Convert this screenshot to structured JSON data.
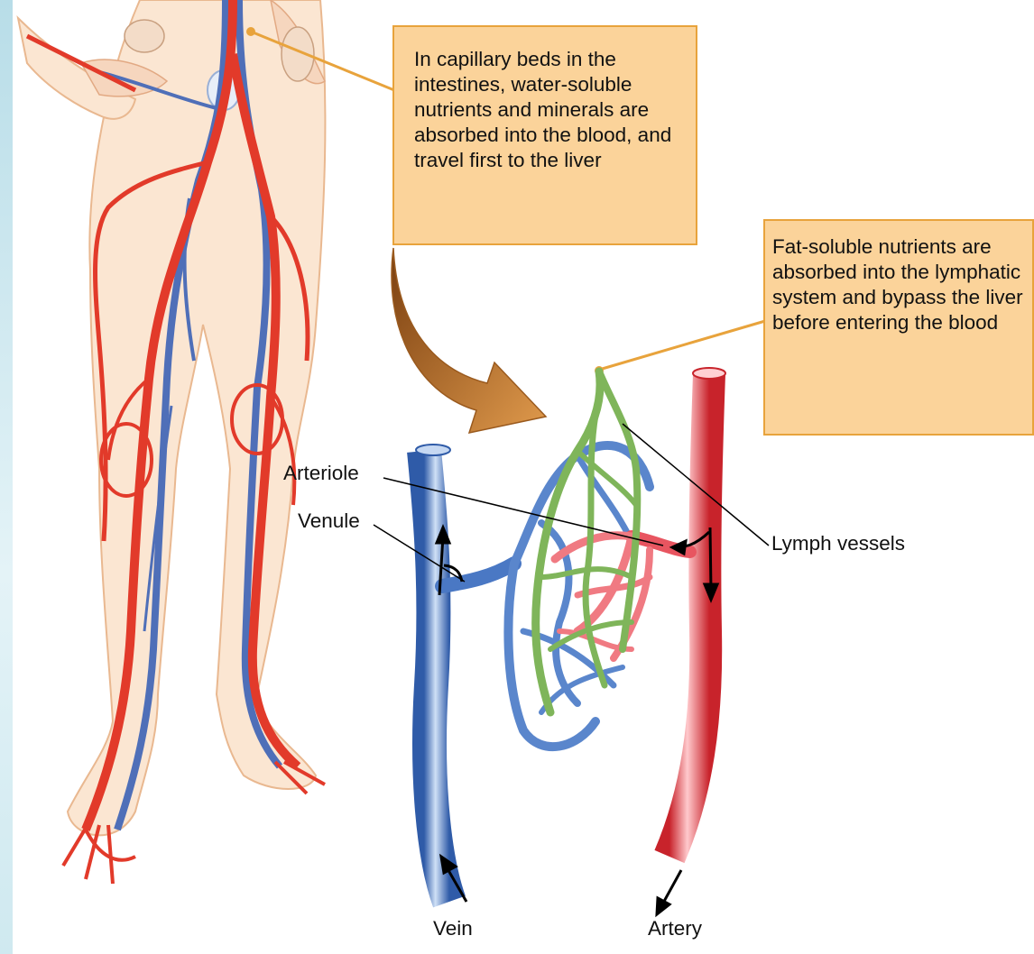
{
  "callouts": {
    "intestine": "In capillary beds in the intestines, water-soluble nutrients and minerals are absorbed into the blood, and travel first to the liver",
    "fat": "Fat-soluble nutrients are absorbed into the lymphatic system and bypass the liver before entering the blood"
  },
  "labels": {
    "arteriole": "Arteriole",
    "venule": "Venule",
    "lymph_vessels": "Lymph vessels",
    "vein": "Vein",
    "artery": "Artery"
  },
  "colors": {
    "artery_red": "#e23a3a",
    "vein_blue": "#4a78c4",
    "lymph_green": "#7fb55a",
    "callout_fill": "#fbd39a",
    "callout_border": "#e8a33c",
    "pointer_arrow": "#b8732a"
  }
}
